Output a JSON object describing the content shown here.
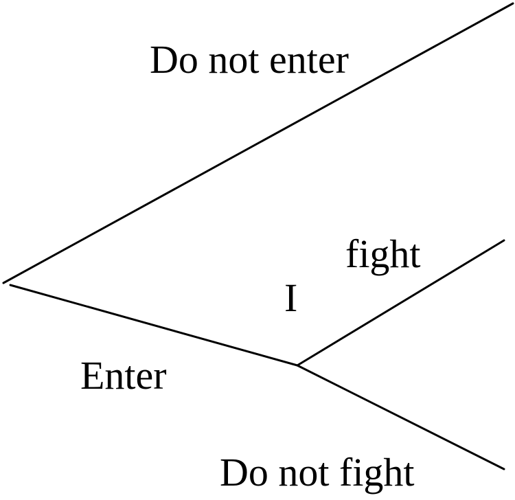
{
  "diagram": {
    "type": "game-tree",
    "labels": {
      "do_not_enter": "Do not enter",
      "enter": "Enter",
      "node_player": "I",
      "fight": "fight",
      "do_not_fight": "Do not fight"
    }
  }
}
